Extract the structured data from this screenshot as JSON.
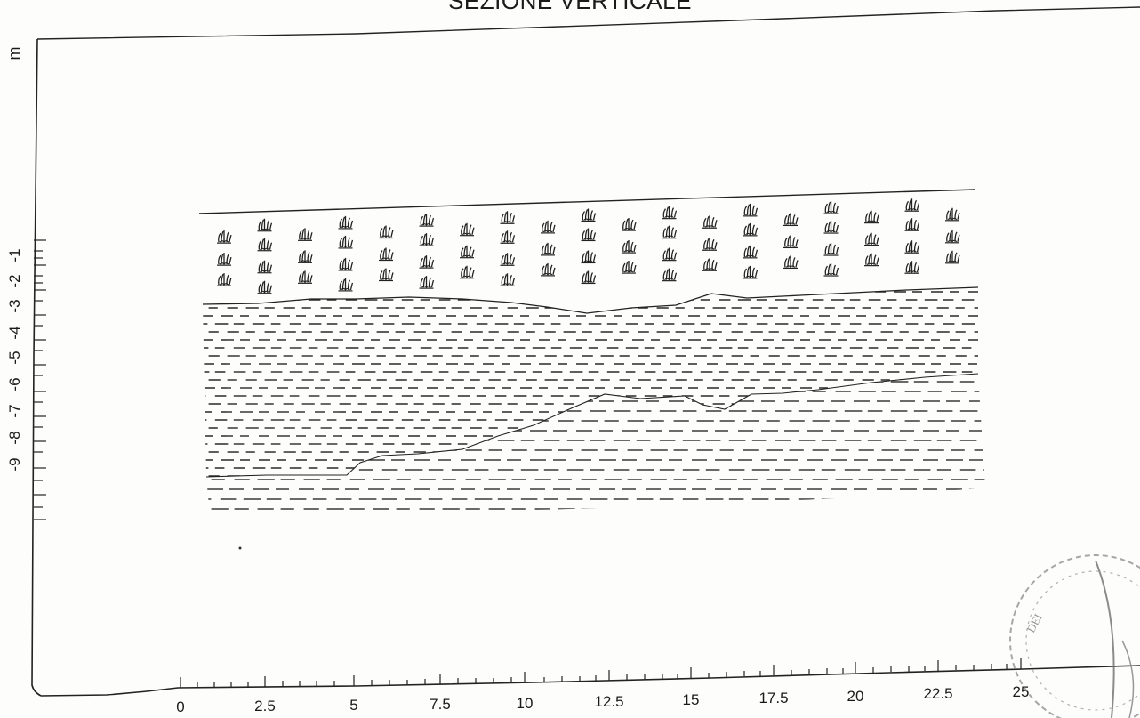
{
  "title": "SEZIONE VERTICALE",
  "vertical_axis": {
    "unit": "m",
    "tick_labels": [
      "-1",
      "-2",
      "-3",
      "-4",
      "-5",
      "-6",
      "-7",
      "-8",
      "-9"
    ]
  },
  "horizontal_axis": {
    "tick_labels": [
      "0",
      "2.5",
      "5",
      "7.5",
      "10",
      "12.5",
      "15",
      "17.5",
      "20",
      "22.5",
      "25"
    ]
  },
  "layers": [
    {
      "id": "vegetated-topsoil",
      "pattern": "grass-tufts"
    },
    {
      "id": "dashed-upper-stratum",
      "pattern": "short-dashes"
    },
    {
      "id": "dashed-lower-stratum",
      "pattern": "long-dashes"
    }
  ],
  "stamp": {
    "visible_text": "DEI"
  },
  "colors": {
    "ink": "#1a1a1a",
    "paper": "#fdfdfb",
    "stamp": "#888888"
  }
}
